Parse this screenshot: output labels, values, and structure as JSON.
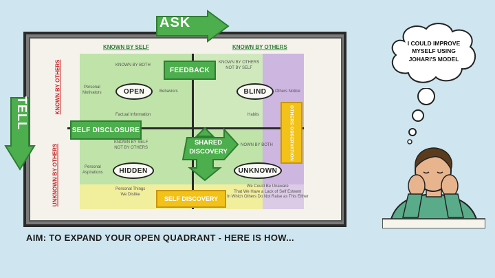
{
  "arrows": {
    "ask": "ASK",
    "tell": "TELL"
  },
  "headers": {
    "known_by_self": "KNOWN BY SELF",
    "known_by_others": "KNOWN BY OTHERS",
    "known_by_others_side": "KNOWN BY OTHERS",
    "unknown_by_others_side": "UNKNOWN BY OTHERS"
  },
  "quadrants": {
    "open": {
      "label": "OPEN",
      "note": "KNOWN BY BOTH"
    },
    "blind": {
      "label": "BLIND",
      "note_line1": "KNOWN BY OTHERS",
      "note_line2": "NOT BY SELF"
    },
    "hidden": {
      "label": "HIDDEN",
      "note_line1": "KNOWN BY SELF",
      "note_line2": "NOT BY OTHERS"
    },
    "unknown": {
      "label": "UNKNOWN",
      "note": "NOWN BY BOTH"
    }
  },
  "small_text": {
    "personal_motivators_1": "Personal",
    "personal_motivators_2": "Motivators",
    "behaviors": "Behaviors",
    "factual_information": "Factual Information",
    "others_notice": "Others Notice",
    "habits": "Habits",
    "personal_aspirations_1": "Personal",
    "personal_aspirations_2": "Aspirations",
    "personal_things_1": "Personal Things",
    "personal_things_2": "We Dislike",
    "unaware_1": "We Could Be Unaware",
    "unaware_2": "That We Have a Lack of Self Esteem",
    "unaware_3": "In Which Others Do Not Raise as This Either"
  },
  "boxes": {
    "feedback": "FEEDBACK",
    "self_disclosure": "SELF DISCLOSURE",
    "shared_discovery_1": "SHARED",
    "shared_discovery_2": "DISCOVERY",
    "self_discovery": "SELF DISCOVERY",
    "others_observation": "OTHERS OBSERVATION"
  },
  "aim": "AIM: TO EXPAND YOUR OPEN QUADRANT - HERE IS HOW...",
  "thought": {
    "line1": "I COULD IMPROVE",
    "line2": "MYSELF USING",
    "line3": "JOHARI'S MODEL"
  },
  "colors": {
    "background": "#cfe6f0",
    "arrow_green": "#4cae4c",
    "open_zone": "#bfe3a8",
    "blind_zone": "#cdb6e0",
    "unknown_zone": "#f1ee9c",
    "accent_yellow": "#f2c218"
  }
}
